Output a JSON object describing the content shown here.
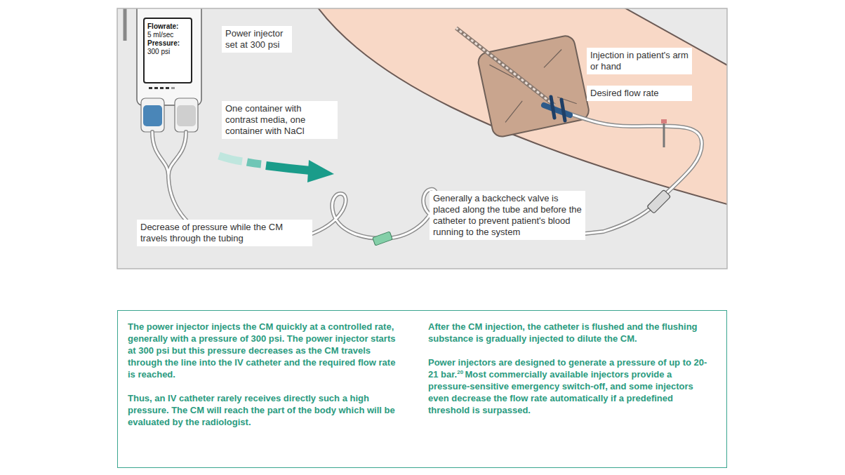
{
  "diagram": {
    "nodes": [
      {
        "text": [
          "Flowrate:",
          "5 ml/sec",
          "Pressure:",
          "300 psi"
        ]
      },
      {
        "text": [
          "Power injector set at 300 psi"
        ]
      },
      {
        "text": [
          "Injection in patient's arm or hand"
        ]
      },
      {
        "text": [
          "Desired flow rate"
        ]
      },
      {
        "text": [
          "One container with contrast media, one container with NaCl"
        ]
      },
      {
        "text": [
          "Decrease of pressure while the CM travels through the tubing"
        ]
      },
      {
        "text": [
          "Generally a backcheck valve is placed along the tube and before the catheter to prevent patient's blood running to the system"
        ]
      },
      {
        "text": [
          "The power injector injects the CM quickly at a controlled rate, generally with a pressure of 300 psi. The power injector starts at 300 psi but this pressure decreases as the CM travels through the line into the IV catheter and the required flow rate is reached.",
          "Thus, an IV catheter rarely receives directly such a high pressure. The CM will reach the part of the body which will be evaluated by the radiologist.",
          "After the CM injection, the catheter is flushed and the flushing substance is gradually injected to dilute the CM.",
          "Power injectors are designed to generate a pressure of up to 20-21 bar.",
          "20",
          "Most commercially available injectors provide a pressure-sensitive emergency switch-off, and some injectors even decrease the flow rate automatically if a predefined threshold is surpassed."
        ]
      }
    ]
  }
}
